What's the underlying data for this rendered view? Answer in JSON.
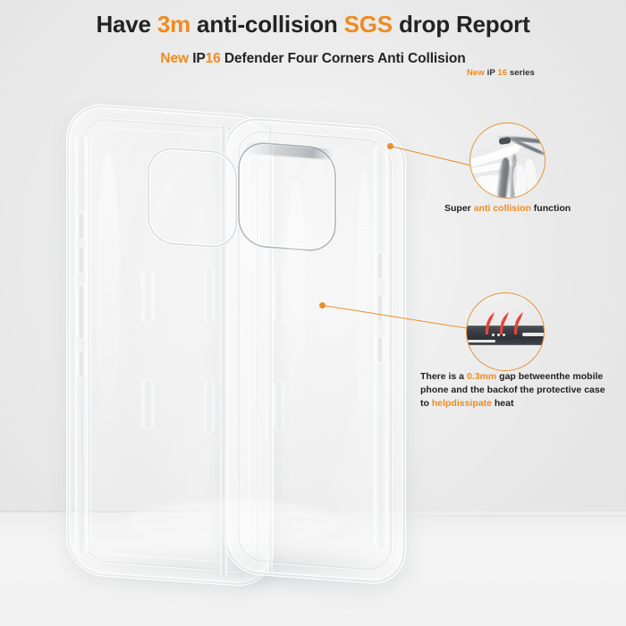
{
  "header": {
    "title_parts": [
      {
        "text": "Have ",
        "accent": false
      },
      {
        "text": "3m",
        "accent": true
      },
      {
        "text": " anti-collision ",
        "accent": false
      },
      {
        "text": "SGS",
        "accent": true
      },
      {
        "text": " drop Report",
        "accent": false
      }
    ],
    "title_plain": "Have 3m anti-collision SGS drop Report",
    "subtitle_parts": [
      {
        "text": "New ",
        "accent": true
      },
      {
        "text": "IP",
        "accent": false
      },
      {
        "text": "16",
        "accent": true
      },
      {
        "text": " Defender Four Corners Anti Collision",
        "accent": false
      }
    ],
    "subtitle_plain": "New IP16 Defender Four Corners Anti Collision",
    "series_badge_parts": [
      {
        "text": "New ",
        "accent": true
      },
      {
        "text": "iP ",
        "accent": false
      },
      {
        "text": "16",
        "accent": true
      },
      {
        "text": " series",
        "accent": false
      }
    ],
    "series_badge_plain": "New iP 16 series"
  },
  "product": {
    "name": "transparent-phone-case",
    "count": 2,
    "cases": [
      {
        "label": "back-case",
        "view": "rear-three-quarter"
      },
      {
        "label": "front-case",
        "view": "rear-with-camera-cutout"
      }
    ]
  },
  "callouts": [
    {
      "id": "anti-collision",
      "caption_parts": [
        {
          "text": "Super ",
          "accent": false
        },
        {
          "text": "anti collision",
          "accent": true
        },
        {
          "text": " function",
          "accent": false
        }
      ],
      "caption_plain": "Super anti collision function",
      "magnifier_subject": "reinforced-corner-bumper"
    },
    {
      "id": "heat-dissipation",
      "caption_parts": [
        {
          "text": "There is a ",
          "accent": false
        },
        {
          "text": "0.3mm",
          "accent": true
        },
        {
          "text": " gap betweenthe mobile",
          "accent": false
        },
        {
          "text": "\n",
          "accent": false
        },
        {
          "text": "phone and the backof the protective case",
          "accent": false
        },
        {
          "text": "\n",
          "accent": false
        },
        {
          "text": "to ",
          "accent": false
        },
        {
          "text": "helpdissipate",
          "accent": true
        },
        {
          "text": " heat",
          "accent": false
        }
      ],
      "caption_line1": "There is a 0.3mm gap betweenthe mobile",
      "caption_line2": "phone and the backof the protective case",
      "caption_line3": "to helpdissipate heat",
      "caption_plain": "There is a 0.3mm gap betweenthe mobile phone and the backof the protective case to helpdissipate heat",
      "magnifier_subject": "heat-dissipation-cross-section",
      "gap_value": "0.3mm"
    }
  ],
  "colors": {
    "accent_orange": "#ef8b21",
    "callout_line": "#e8912c",
    "text_dark": "#232323",
    "background": "#eaeaea",
    "floor": "#f2f2f2",
    "heat_arrow": "#e8453c",
    "case_dark_bar": "#3a3e43"
  }
}
